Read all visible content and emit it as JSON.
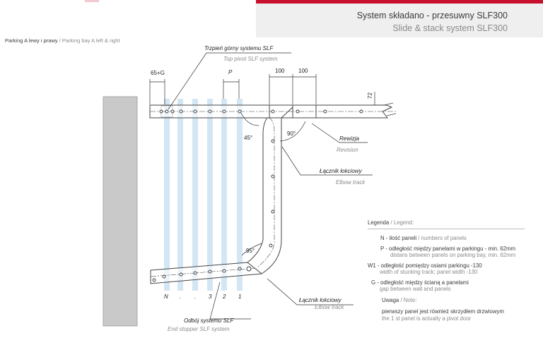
{
  "header": {
    "title": "System składano - przesuwny SLF300",
    "subtitle": "Slide & stack system SLF300",
    "accent_color": "#c8102e"
  },
  "breadcrumb": {
    "pl": "Parking A lewy i prawy",
    "sep": " / ",
    "en": "Parking bay A left & right"
  },
  "diagram": {
    "callouts": {
      "top_pivot_pl": "Trzpień górny systemu SLF",
      "top_pivot_en": "Top pivot SLF system",
      "revision_pl": "Rewizja",
      "revision_en": "Revision",
      "elbow1_pl": "Łącznik łokciowy",
      "elbow1_en": "Elbow track",
      "elbow2_pl": "Łącznik łokciowy",
      "elbow2_en": "Elbow track",
      "stopper_pl": "Odbój systemu SLF",
      "stopper_en": "End stopper SLF system"
    },
    "dimensions": {
      "gap": "65+G",
      "p": "P",
      "d100a": "100",
      "d100b": "100",
      "d72": "72"
    },
    "angles": {
      "a45": "45°",
      "a90": "90°",
      "a95": "95°"
    },
    "panel_labels": [
      "N",
      ".",
      ".",
      "3",
      "2",
      "1"
    ]
  },
  "legend": {
    "title_pl": "Legenda",
    "title_en": "Legend:",
    "items": [
      {
        "key": "N",
        "pl": "ilość paneli",
        "en": "numbers of panels"
      },
      {
        "key": "P",
        "pl": "odległość między panelami w parkingu - min. 62mm",
        "en": "distans between panels on parking bay, min. 62mm"
      },
      {
        "key": "W1",
        "pl": "odległość pomiędzy osiami parkingu -130",
        "en": "width of stucking track; panel width -130"
      },
      {
        "key": "G",
        "pl": "odległość między ścianą a panelami",
        "en": "gap between wall and panels"
      }
    ],
    "note_title_pl": "Uwaga",
    "note_title_en": "Note:",
    "note_pl": "pierwszy panel jest również skrzydłem drzwiowym",
    "note_en": "the 1 st panel is actually a pivot door"
  }
}
